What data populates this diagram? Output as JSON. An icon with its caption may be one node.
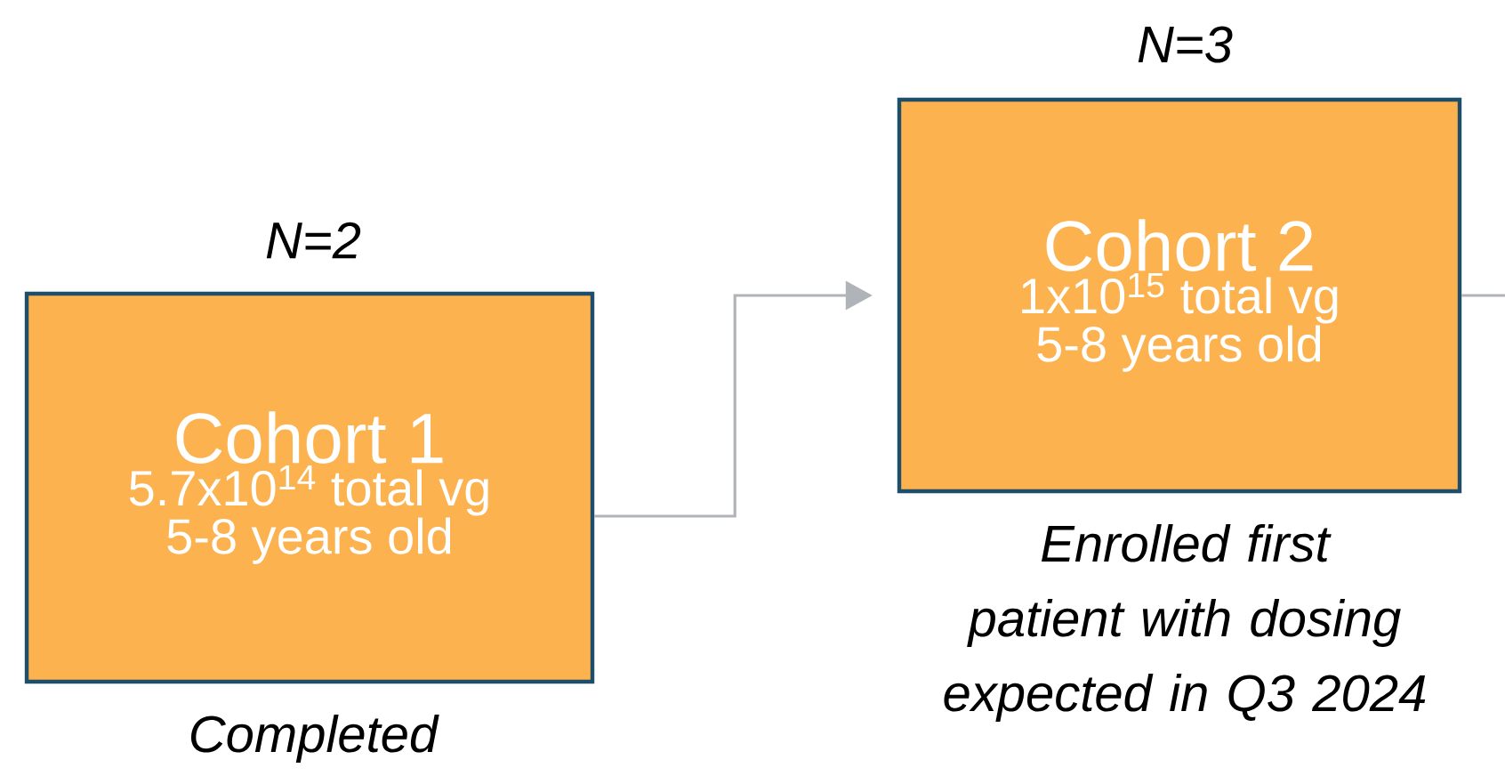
{
  "diagram": {
    "nodes": [
      {
        "text": [
          "Cohort 1",
          "5.7x10$^{14}$ total vg",
          "5-8 years old"
        ],
        "beside": [
          "N=2",
          "Completed"
        ]
      },
      {
        "text": [
          "Cohort 2",
          "1x10$^{15}$ total vg",
          "5-8 years old"
        ],
        "beside": [
          "N=3",
          "Enrolled first patient with dosing expected in Q3 2024"
        ]
      }
    ],
    "edges": [
      {
        "from": 0,
        "to": 1,
        "arrow": "to"
      },
      {
        "from": 1,
        "to": null,
        "arrow": "none"
      }
    ]
  }
}
